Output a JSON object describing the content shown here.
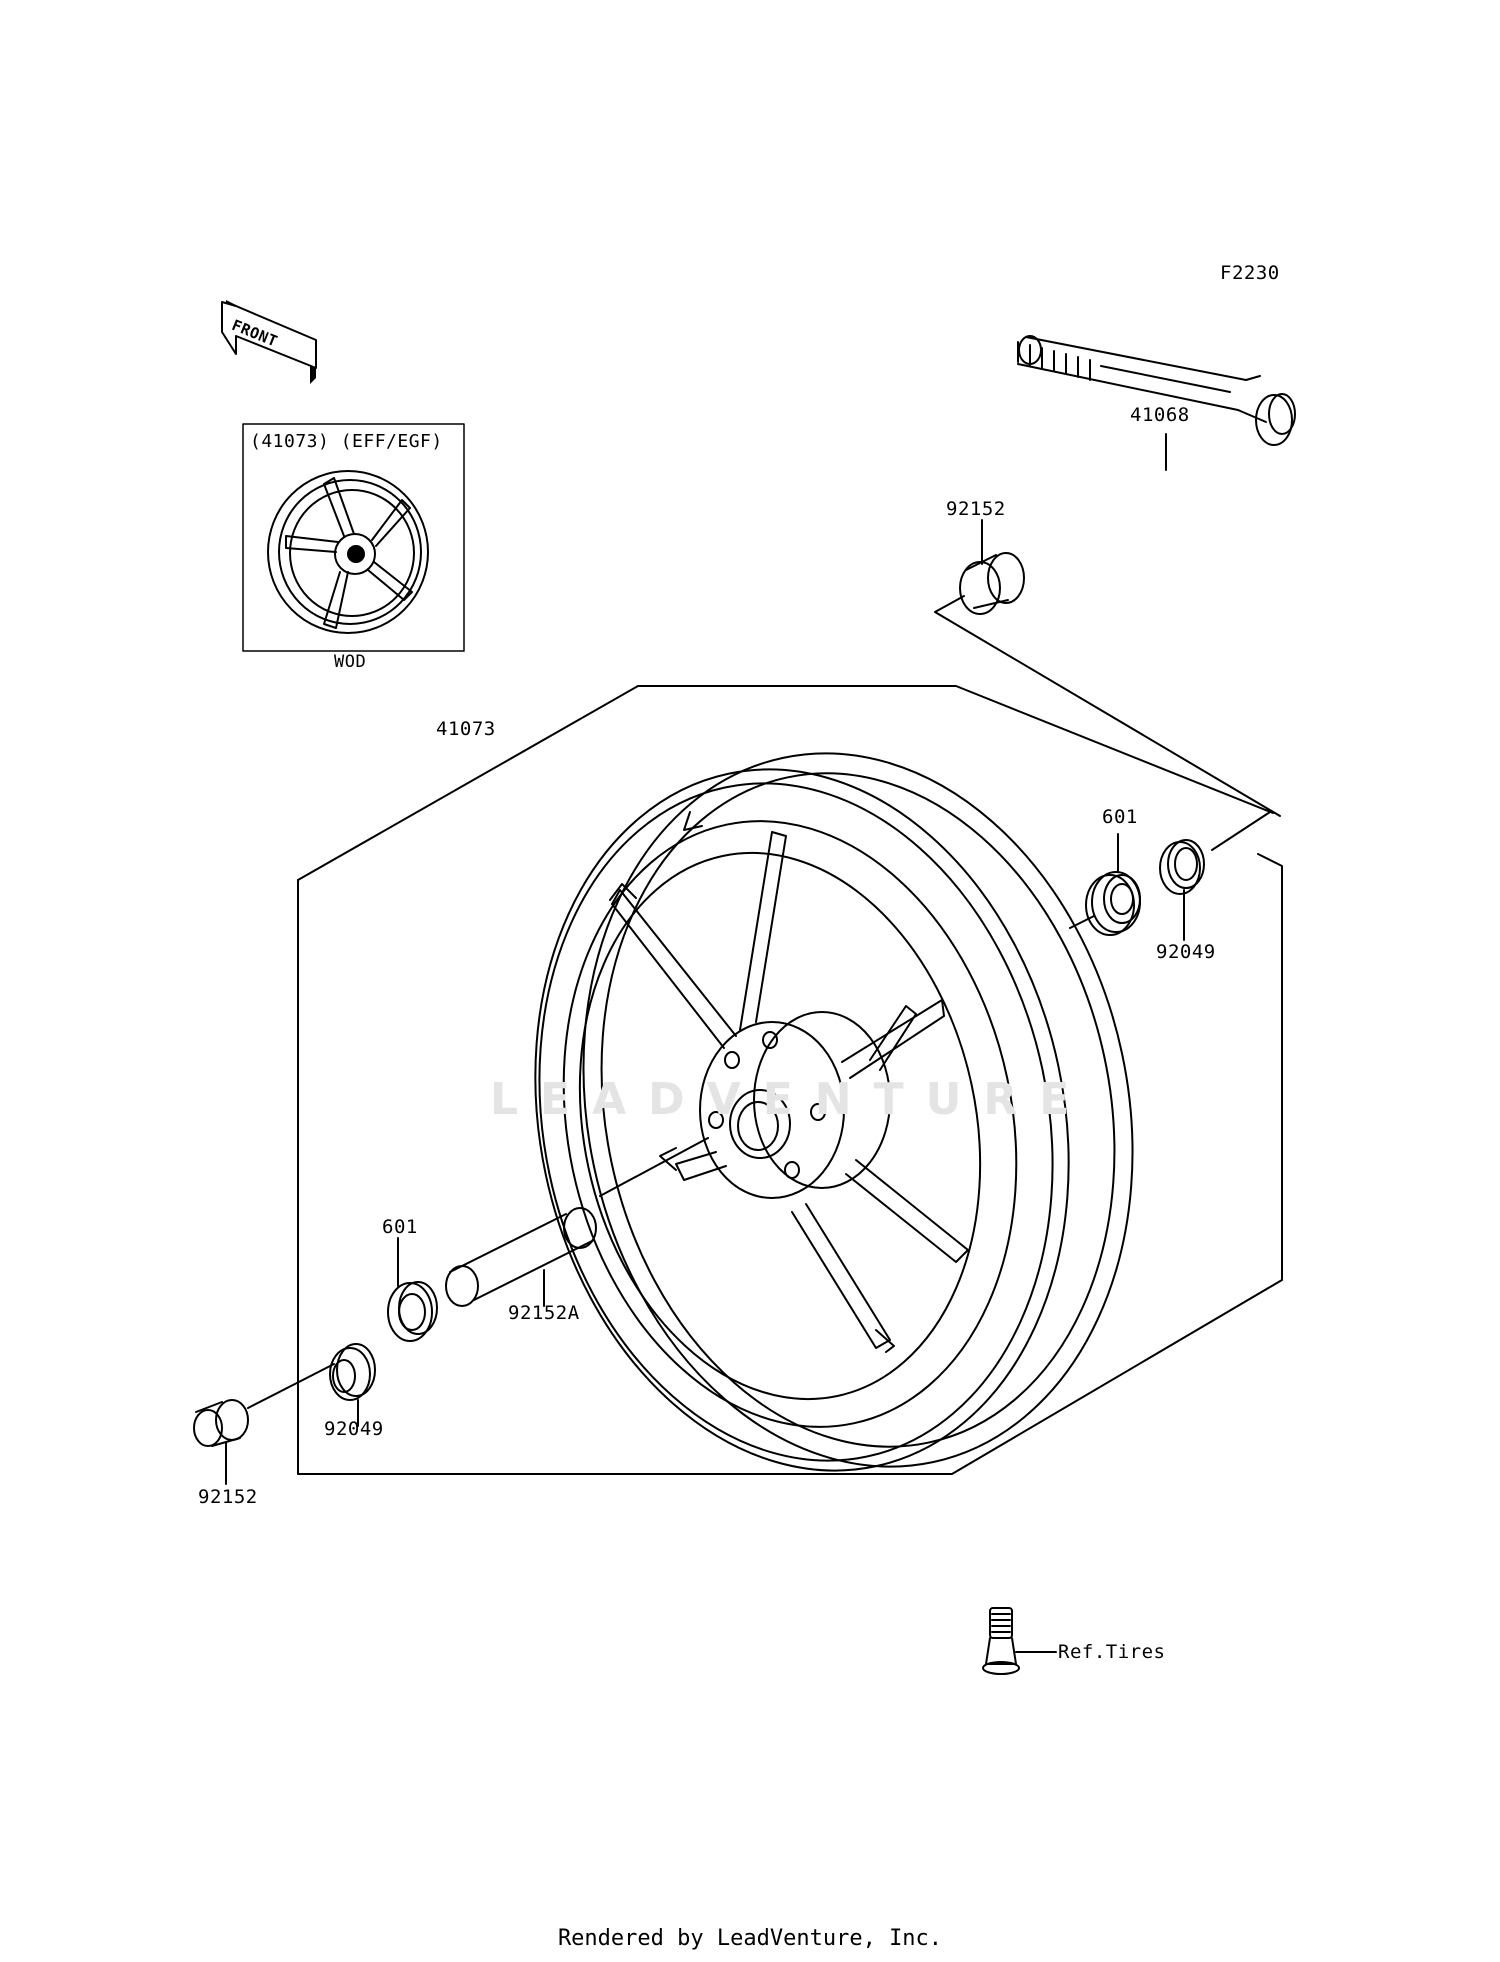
{
  "diagram_code": "F2230",
  "front_arrow_text": "FRONT",
  "inset": {
    "header": "(41073)  (EFF/EGF)",
    "caption": "WOD"
  },
  "parts": {
    "axle": "41068",
    "collar_top": "92152",
    "wheel": "41073",
    "bearing_right": "601",
    "seal_right": "92049",
    "bearing_left": "601",
    "spacer": "92152A",
    "seal_left": "92049",
    "collar_bottom": "92152"
  },
  "reference": "Ref.Tires",
  "watermark": "LEADVENTURE",
  "footer": "Rendered by LeadVenture, Inc."
}
